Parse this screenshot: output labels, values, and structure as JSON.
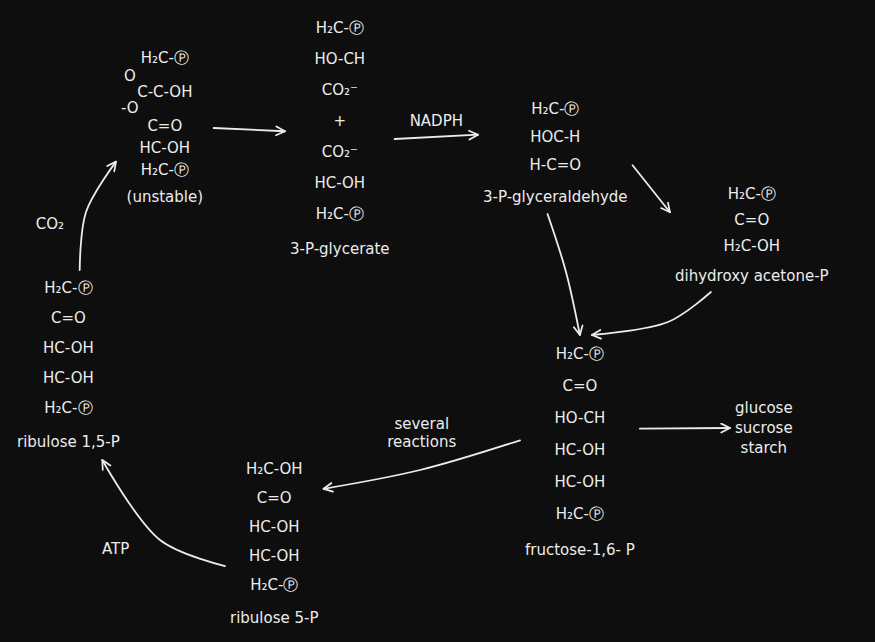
{
  "diagram": {
    "nodes": [
      {
        "text": [
          "H₂C-Ⓟ",
          "O",
          "C-C-OH",
          "-O",
          "C=O",
          "HC-OH",
          "H₂C-Ⓟ",
          "(unstable)"
        ]
      },
      {
        "text": [
          "H₂C-Ⓟ",
          "HO-CH",
          "CO₂⁻",
          "+",
          "CO₂⁻",
          "HC-OH",
          "H₂C-Ⓟ",
          "3-P-glycerate"
        ]
      },
      {
        "text": [
          "H₂C-Ⓟ",
          "HOC-H",
          "H-C=O",
          "3-P-glyceraldehyde"
        ]
      },
      {
        "text": [
          "H₂C-Ⓟ",
          "C=O",
          "H₂C-OH",
          "dihydroxy acetone-P"
        ]
      },
      {
        "text": [
          "H₂C-Ⓟ",
          "C=O",
          "HO-CH",
          "HC-OH",
          "HC-OH",
          "H₂C-Ⓟ",
          "fructose-1,6- P"
        ]
      },
      {
        "text": [
          "glucose sucrose starch"
        ]
      },
      {
        "text": [
          "H₂C-OH",
          "C=O",
          "HC-OH",
          "HC-OH",
          "H₂C-Ⓟ",
          "ribulose 5-P"
        ]
      },
      {
        "text": [
          "H₂C-Ⓟ",
          "C=O",
          "HC-OH",
          "HC-OH",
          "H₂C-Ⓟ",
          "ribulose 1,5-P"
        ]
      }
    ],
    "edges": [
      {
        "from": 0,
        "to": 1,
        "arrow": "to"
      },
      {
        "from": 1,
        "to": 2,
        "label": "NADPH",
        "arrow": "to"
      },
      {
        "from": 2,
        "to": 3,
        "arrow": "to"
      },
      {
        "from": 2,
        "to": 4,
        "arrow": "to"
      },
      {
        "from": 3,
        "to": 4,
        "arrow": "to"
      },
      {
        "from": 4,
        "to": 5,
        "arrow": "to"
      },
      {
        "from": 4,
        "to": 6,
        "label": "several reactions",
        "arrow": "to"
      },
      {
        "from": 6,
        "to": 7,
        "label": "ATP",
        "arrow": "to"
      },
      {
        "from": 7,
        "to": 0,
        "label": "CO₂",
        "arrow": "to"
      }
    ]
  }
}
